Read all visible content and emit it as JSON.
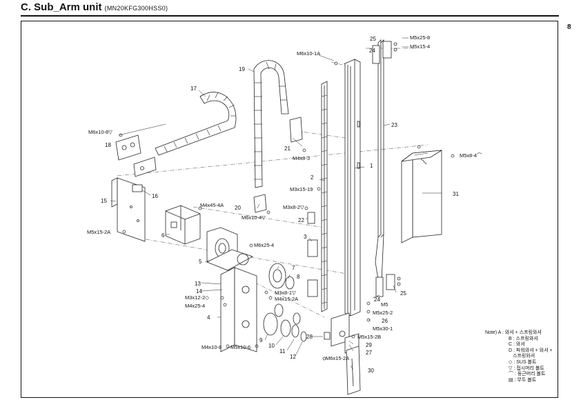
{
  "header": {
    "title": "C. Sub_Arm unit",
    "model": "(MN20KFG300HSS0)",
    "page_number": "8"
  },
  "parts": {
    "p1": "1",
    "p2": "2",
    "p3": "3",
    "p4": "4",
    "p5": "5",
    "p6": "6",
    "p7": "7",
    "p8": "8",
    "p9": "9",
    "p10": "10",
    "p11": "11",
    "p12": "12",
    "p13": "13",
    "p14": "14",
    "p15": "15",
    "p16": "16",
    "p17": "17",
    "p18": "18",
    "p19": "19",
    "p20": "20",
    "p21": "21",
    "p22": "22",
    "p23": "23",
    "p24a": "24",
    "p24b": "24",
    "p25a": "25",
    "p25b": "25",
    "p26": "26",
    "p27": "27",
    "p28": "28",
    "p29": "29",
    "p30": "30",
    "p31": "31"
  },
  "bolts": {
    "b_m5x25_8": "M5x25-8",
    "b_m5x15_4": "M5x15-4",
    "b_m6x10_1a": "M6x10-1A",
    "b_m6x10_8": "M6x10-8▽",
    "b_m4x8_3": "M4x8-3",
    "b_m5x8_4": "M5x8-4⌒",
    "b_m3x15_19": "M3x15-19",
    "b_m4x45_4a": "M4x45-4A",
    "b_m3x8_2": "M3x8-2▽",
    "b_m6x10_4": "M6x10-4▽",
    "b_m5x15_2a": "M5x15-2A",
    "b_m6x25_4": "M6x25-4",
    "b_m3x8_1": "M3x8-1▽",
    "b_m4x15_2a": "M4x15-2A",
    "b_m3x12_2": "M3x12-2◇",
    "b_m4x25_4": "M4x25-4",
    "b_m5": "M5",
    "b_m5x25_2": "M5x25-2",
    "b_m5x30_1": "M5x30-1",
    "b_m5x15_2b": "M5x15-2B",
    "b_m4x10_8": "M4x10-8",
    "b_m5x10_6": "M5x10-6",
    "b_m6x15_2a": "M6x15-2A"
  },
  "notes": [
    "Note) A : 와셔 + 스프링와셔",
    "B : 스프링와셔",
    "C : 와셔",
    "D : 파워와셔 + 와셔 +",
    "스프링와셔",
    "◇ : SUS 볼트",
    "▽ : 접시머리 볼트",
    "⌒ : 둥근머리 볼트",
    "▤ : 무두 볼트"
  ]
}
